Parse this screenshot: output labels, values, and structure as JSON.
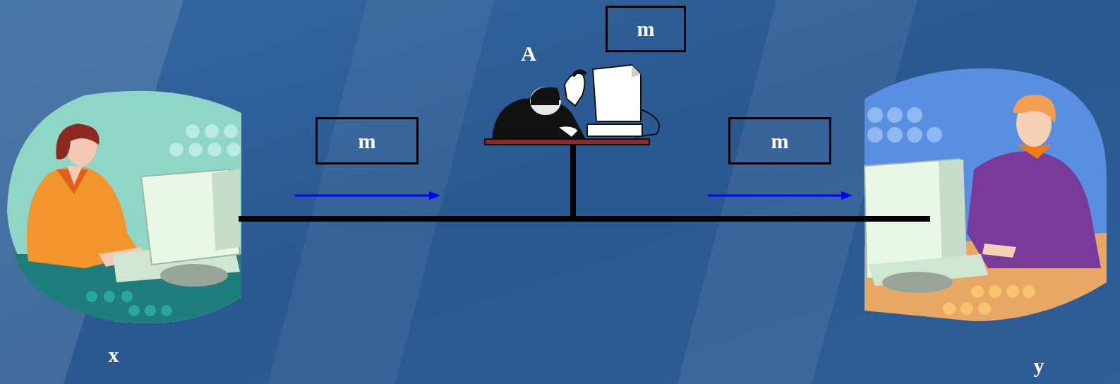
{
  "diagram": {
    "nodes": [
      {
        "text": [
          "m"
        ]
      },
      {
        "text": [
          "m"
        ]
      },
      {
        "text": [
          "m"
        ]
      }
    ],
    "labels": [
      "A",
      "x",
      "y"
    ]
  }
}
